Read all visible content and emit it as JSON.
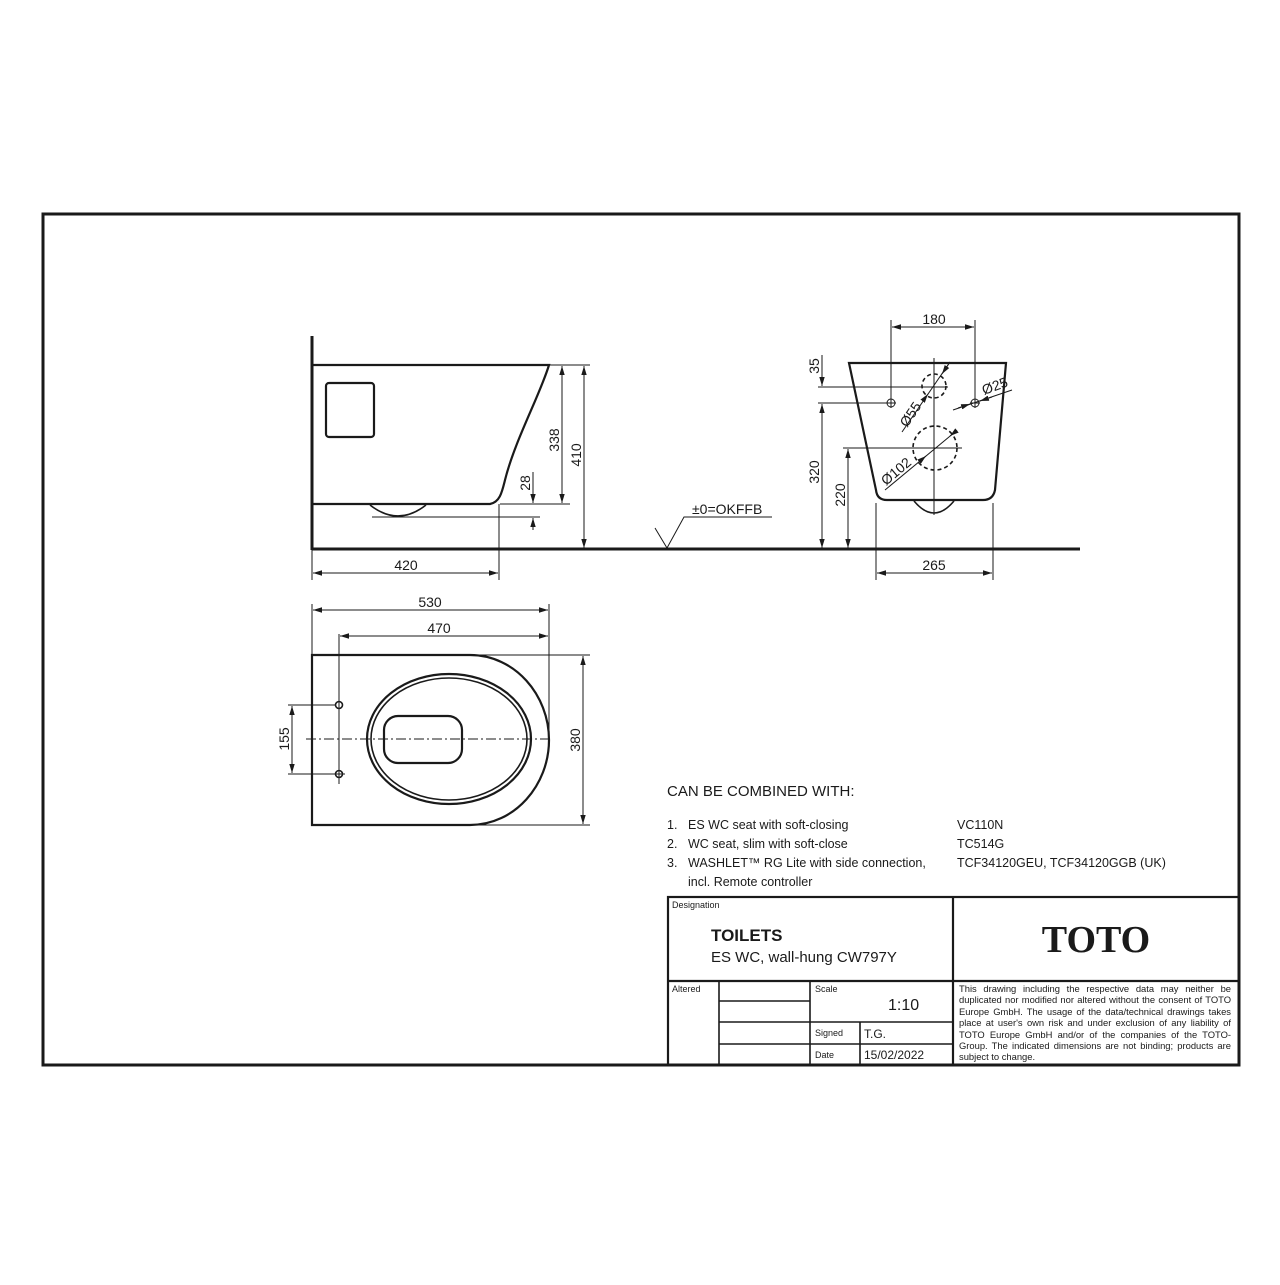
{
  "drawing": {
    "side_view": {
      "dimensions": {
        "depth_to_wall": "420",
        "height_338": "338",
        "height_410": "410",
        "offset_28": "28"
      }
    },
    "datum_label": "±0=OKFFB",
    "front_view": {
      "dimensions": {
        "fixing_spacing": "180",
        "offset_35": "35",
        "height_320": "320",
        "height_220": "220",
        "base_width": "265",
        "dia_55": "Ø55",
        "dia_25": "Ø25",
        "dia_102": "Ø102"
      }
    },
    "top_view": {
      "dimensions": {
        "overall_length": "530",
        "bolt_to_front": "470",
        "bolt_spacing": "155",
        "width": "380"
      }
    }
  },
  "combined": {
    "heading": "CAN BE COMBINED WITH:",
    "items": [
      {
        "num": "1.",
        "desc": "ES WC seat with soft-closing",
        "code": "VC110N"
      },
      {
        "num": "2.",
        "desc": "WC seat, slim with soft-close",
        "code": "TC514G"
      },
      {
        "num": "3.",
        "desc": "WASHLET™ RG Lite with side connection,",
        "desc2": "incl. Remote controller",
        "code": "TCF34120GEU,  TCF34120GGB (UK)"
      }
    ]
  },
  "title_block": {
    "designation_label": "Designation",
    "product_category": "TOILETS",
    "product_name": "ES WC, wall-hung CW797Y",
    "brand": "TOTO",
    "altered_label": "Altered",
    "scale_label": "Scale",
    "scale_value": "1:10",
    "signed_label": "Signed",
    "signed_value": "T.G.",
    "date_label": "Date",
    "date_value": "15/02/2022",
    "legal_text": "This drawing including the respective data may neither be duplicated nor modified nor altered without the consent of TOTO Europe GmbH. The usage of the data/technical drawings takes place at user's own risk and under exclusion of any liability of TOTO Europe GmbH and/or of the companies of the TOTO-Group. The indicated dimensions are not binding; products are subject to change."
  }
}
